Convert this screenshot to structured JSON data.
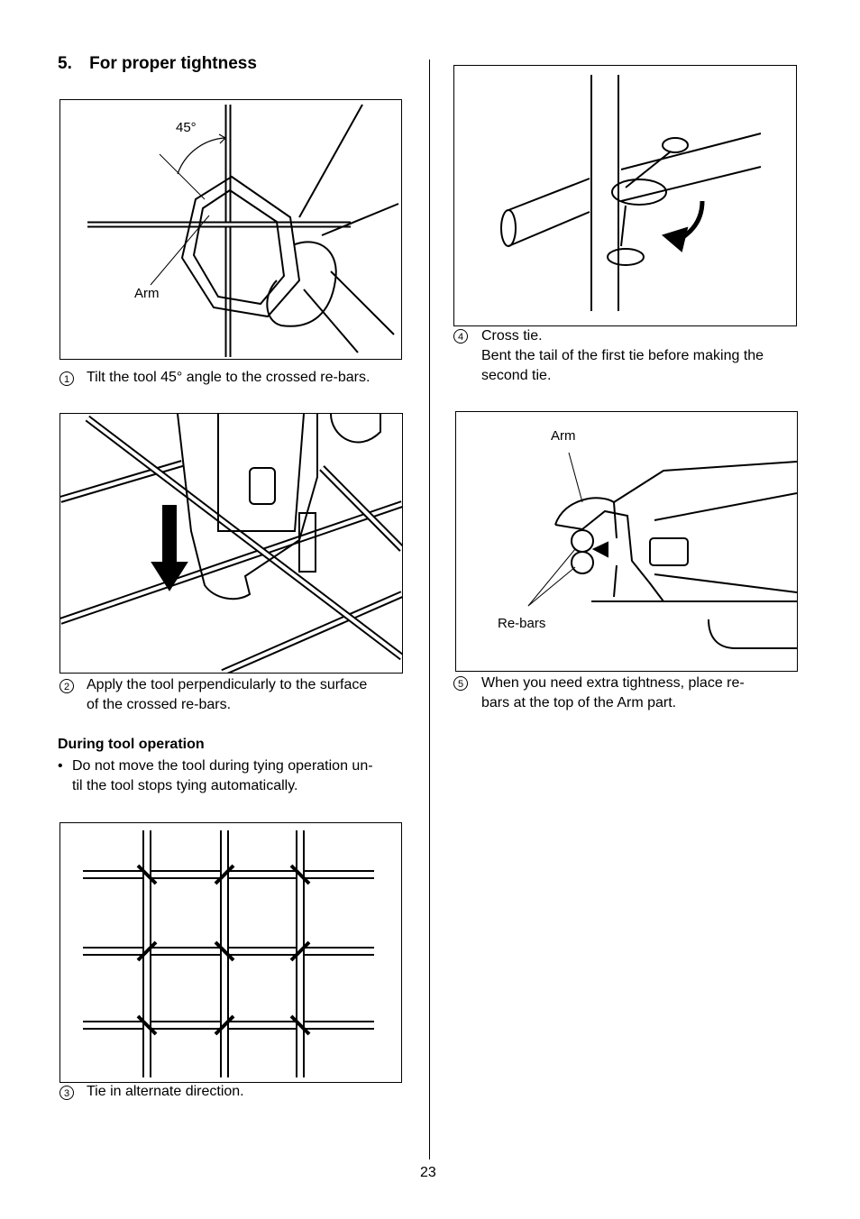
{
  "section": {
    "number": "5.",
    "title": "For proper tightness"
  },
  "figure1": {
    "angle_label": "45°",
    "arm_label": "Arm"
  },
  "step1": {
    "num": "1",
    "text": "Tilt the tool 45° angle to the crossed re-bars."
  },
  "step2": {
    "num": "2",
    "line1": "Apply the tool perpendicularly to the surface",
    "line2": "of the crossed re-bars."
  },
  "operation": {
    "heading": "During tool operation",
    "bullet": "•",
    "line1": "Do not move the tool during tying operation un-",
    "line2": "til the tool stops tying automatically."
  },
  "step3": {
    "num": "3",
    "text": "Tie in alternate direction."
  },
  "step4": {
    "num": "4",
    "line1": "Cross tie.",
    "line2": "Bent the tail of the first tie before making the",
    "line3": "second tie."
  },
  "figure5": {
    "arm_label": "Arm",
    "rebars_label": "Re-bars"
  },
  "step5": {
    "num": "5",
    "line1": "When you need extra tightness, place re-",
    "line2": "bars at the top of the Arm part."
  },
  "page_number": "23"
}
